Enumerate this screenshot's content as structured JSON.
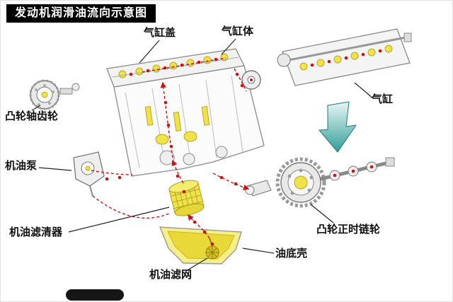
{
  "title": "发动机润滑油流向示意图",
  "labels": [
    {
      "name": "cylinder-head",
      "text": "气缸盖"
    },
    {
      "name": "cylinder-block",
      "text": "气缸体"
    },
    {
      "name": "cylinder",
      "text": "气缸"
    },
    {
      "name": "camshaft-gear",
      "text": "凸轮轴齿轮"
    },
    {
      "name": "oil-pump",
      "text": "机油泵"
    },
    {
      "name": "oil-filter",
      "text": "机油滤清器"
    },
    {
      "name": "oil-strainer",
      "text": "机油滤网"
    },
    {
      "name": "oil-pan",
      "text": "油底壳"
    },
    {
      "name": "cam-timing-sprocket",
      "text": "凸轮正时链轮"
    }
  ],
  "colors": {
    "banner_bg": "#000000",
    "banner_text": "#ffffff",
    "label_text": "#111111",
    "flow_red": "#cc1111",
    "highlight_yellow": "#f2e24a",
    "arrow_teal": "#2f9e99",
    "line_gray": "#8a8a8a"
  }
}
